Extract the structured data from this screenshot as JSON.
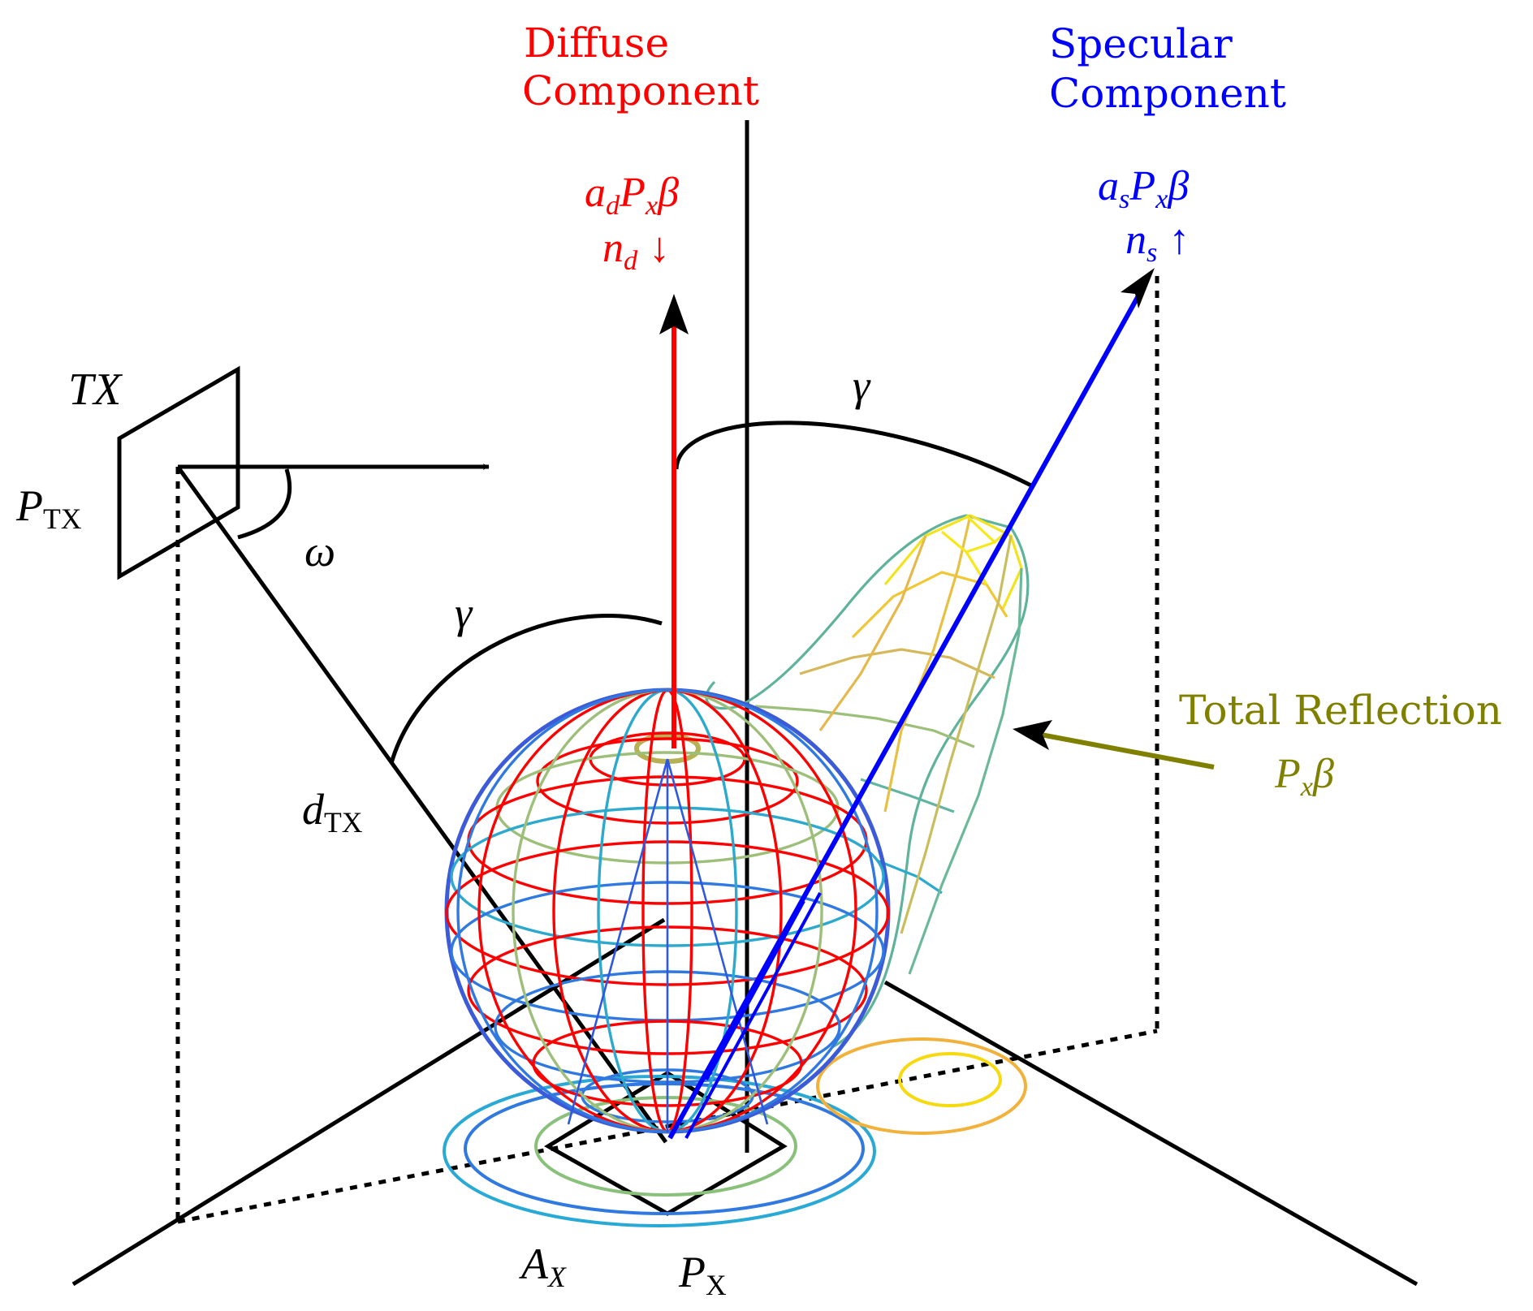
{
  "colors": {
    "diffuse": "#ff0000",
    "specular": "#0000ff",
    "total": "#808000",
    "axes": "#000000"
  },
  "labels": {
    "diffuse_line1": "Diffuse",
    "diffuse_line2": "Component",
    "diffuse_formula_a": "a",
    "diffuse_formula_a_sub": "d",
    "diffuse_formula_p": "P",
    "diffuse_formula_p_sub": "x",
    "diffuse_formula_beta": "β",
    "diffuse_n": "n",
    "diffuse_n_sub": "d",
    "diffuse_arrow": "↓",
    "specular_line1": "Specular",
    "specular_line2": "Component",
    "specular_formula_a": "a",
    "specular_formula_a_sub": "s",
    "specular_formula_p": "P",
    "specular_formula_p_sub": "x",
    "specular_formula_beta": "β",
    "specular_n": "n",
    "specular_n_sub": "s",
    "specular_arrow": "↑",
    "total_line1": "Total Reflection",
    "total_formula_p": "P",
    "total_formula_p_sub": "x",
    "total_formula_beta": "β",
    "tx": "TX",
    "ptx_p": "P",
    "ptx_sub": "TX",
    "omega": "ω",
    "gamma_upper": "γ",
    "gamma_lower": "γ",
    "dtx_d": "d",
    "dtx_sub": "TX",
    "ax_a": "A",
    "ax_sub": "X",
    "px_p": "P",
    "px_sub": "X"
  }
}
